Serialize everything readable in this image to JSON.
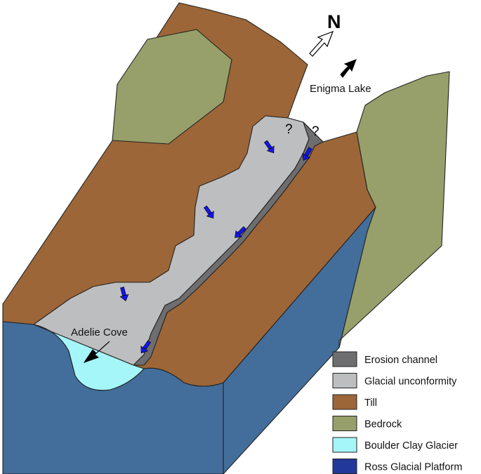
{
  "colors": {
    "erosion_channel": "#6e6e70",
    "glacial_unconformity": "#bdbebf",
    "till": "#9c6638",
    "bedrock": "#97a06a",
    "boulder_clay_glacier": "#a5f6f9",
    "ross_glacial_platform": "#22389a",
    "block_side": "#436e9b",
    "flow_arrow": "#1515e8"
  },
  "labels": {
    "north": "N",
    "enigma_lake": "Enigma Lake",
    "adelie_cove": "Adelie Cove",
    "question_mark_1": "?",
    "question_mark_2": "?"
  },
  "legend": [
    {
      "label": "Erosion channel",
      "color_key": "erosion_channel"
    },
    {
      "label": "Glacial unconformity",
      "color_key": "glacial_unconformity"
    },
    {
      "label": "Till",
      "color_key": "till"
    },
    {
      "label": "Bedrock",
      "color_key": "bedrock"
    },
    {
      "label": "Boulder Clay Glacier",
      "color_key": "boulder_clay_glacier"
    },
    {
      "label": "Ross Glacial Platform",
      "color_key": "ross_glacial_platform"
    }
  ]
}
